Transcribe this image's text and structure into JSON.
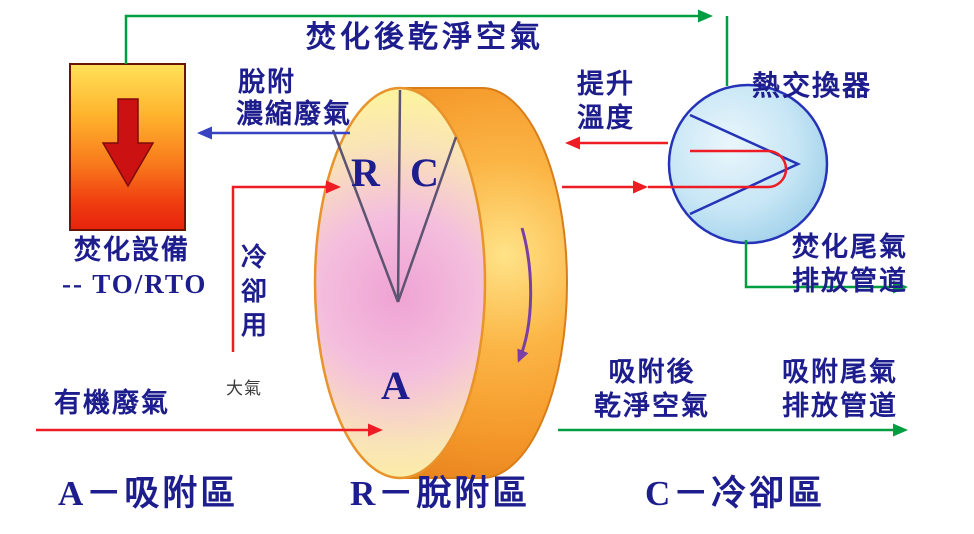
{
  "diagram": {
    "labels": {
      "top_clean_air": "焚化後乾淨空氣",
      "desorb_1": "脫附",
      "desorb_2": "濃縮廢氣",
      "heat_exchanger": "熱交換器",
      "raise_temp_1": "提升",
      "raise_temp_2": "溫度",
      "incin_tail_1": "焚化尾氣",
      "incin_tail_2": "排放管道",
      "incinerator_1": "焚化設備",
      "incinerator_2": "-- TO/RTO",
      "cooling_chars": [
        "冷",
        "卻",
        "用"
      ],
      "atmosphere": "大氣",
      "organic_waste": "有機廢氣",
      "adsorbed_clean_1": "吸附後",
      "adsorbed_clean_2": "乾淨空氣",
      "adsorb_tail_1": "吸附尾氣",
      "adsorb_tail_2": "排放管道",
      "zone_r": "R",
      "zone_c": "C",
      "zone_a": "A"
    },
    "legend": {
      "a": "A－吸附區",
      "r": "R－脫附區",
      "c": "C－冷卻區"
    },
    "colors": {
      "label_text": "#1d1d8e",
      "flow_green": "#009e40",
      "flow_red": "#ee1c25",
      "flow_blue": "#3743c0",
      "rotation_purple": "#7a3fa5",
      "incinerator_top": "#ffe159",
      "incinerator_bottom": "#e6230c",
      "drum_orange": "#f9ab3a",
      "face_pink": "#efa3d4",
      "heat_exchanger_blue": "#bfe2f4"
    }
  }
}
